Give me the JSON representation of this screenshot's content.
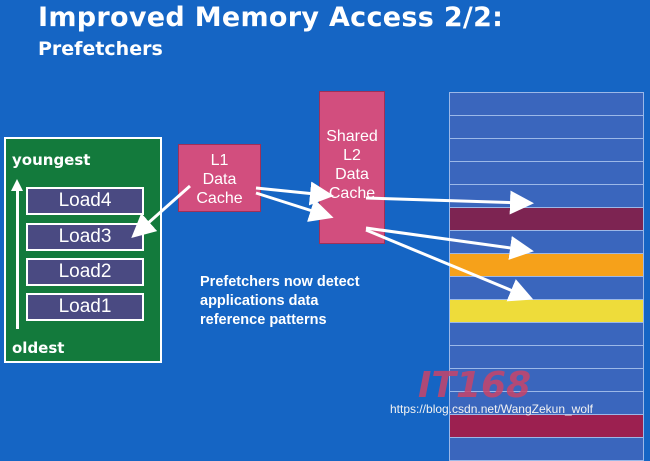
{
  "slide": {
    "title": "Improved Memory Access 2/2:",
    "subtitle": "Prefetchers"
  },
  "load_queue": {
    "youngest_label": "youngest",
    "oldest_label": "oldest",
    "loads": [
      "Load4",
      "Load3",
      "Load2",
      "Load1"
    ]
  },
  "l1_cache": {
    "lines": [
      "L1",
      "Data",
      "Cache"
    ]
  },
  "l2_cache": {
    "lines": [
      "Shared",
      "L2",
      "Data",
      "Cache"
    ]
  },
  "memory": {
    "rows": [
      "#3a66bd",
      "#3a66bd",
      "#3a66bd",
      "#3a66bd",
      "#3a66bd",
      "#7d2452",
      "#3a66bd",
      "#f6a11a",
      "#3a66bd",
      "#eedc3a",
      "#3a66bd",
      "#3a66bd",
      "#3a66bd",
      "#3a66bd",
      "#9c2050",
      "#3a66bd"
    ]
  },
  "note": {
    "lines": [
      "Prefetchers now detect",
      "applications data",
      "reference patterns"
    ]
  },
  "watermark": {
    "logo": "IT168",
    "url": "https://blog.csdn.net/WangZekun_wolf"
  },
  "colors": {
    "background": "#1565c4",
    "panel": "#137a3c",
    "load_box": "#4a4a82",
    "cache": "#d24e7e",
    "memory_cell": "#3a66bd",
    "arrow": "#ffffff"
  }
}
